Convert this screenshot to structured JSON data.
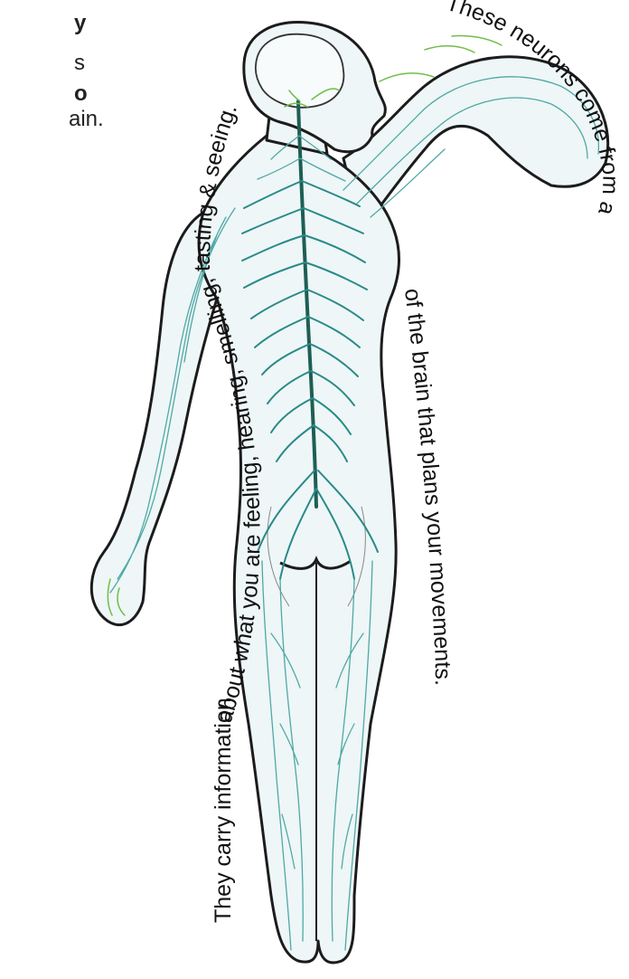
{
  "left_fragments": [
    {
      "text": "y",
      "bold": true
    },
    {
      "text": "s",
      "bold": false
    },
    {
      "text": "o",
      "bold": true
    },
    {
      "text": "ain.",
      "bold": false
    }
  ],
  "labels": {
    "top_right": "These neurons come from an area",
    "right": "of the brain that plans your movements.",
    "left": "about what you are feeling, hearing, smelling, tasting & seeing.",
    "bottom_left": "They carry information"
  },
  "colors": {
    "skin_fill": "#eef6f7",
    "outline": "#1c1c1c",
    "nerve": "#2a8a88",
    "nerve_accent": "#6fbf4a"
  }
}
